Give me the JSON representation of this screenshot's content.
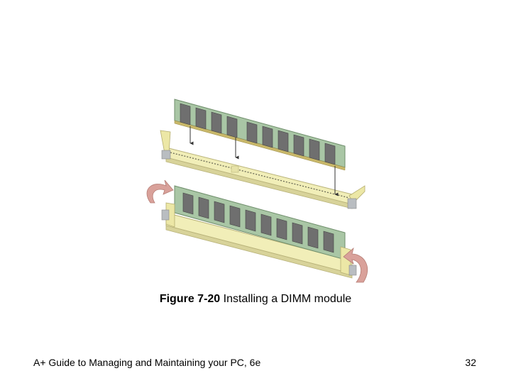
{
  "figure": {
    "number": "Figure 7-20",
    "title": "Installing a DIMM module",
    "colors": {
      "pcb": "#a9c6a5",
      "chip": "#6f6f6f",
      "slot": "#f1eeb8",
      "arrow": "#d9a19a"
    }
  },
  "footer": {
    "book_title": "A+ Guide to Managing and Maintaining your PC, 6e",
    "page_number": "32"
  }
}
